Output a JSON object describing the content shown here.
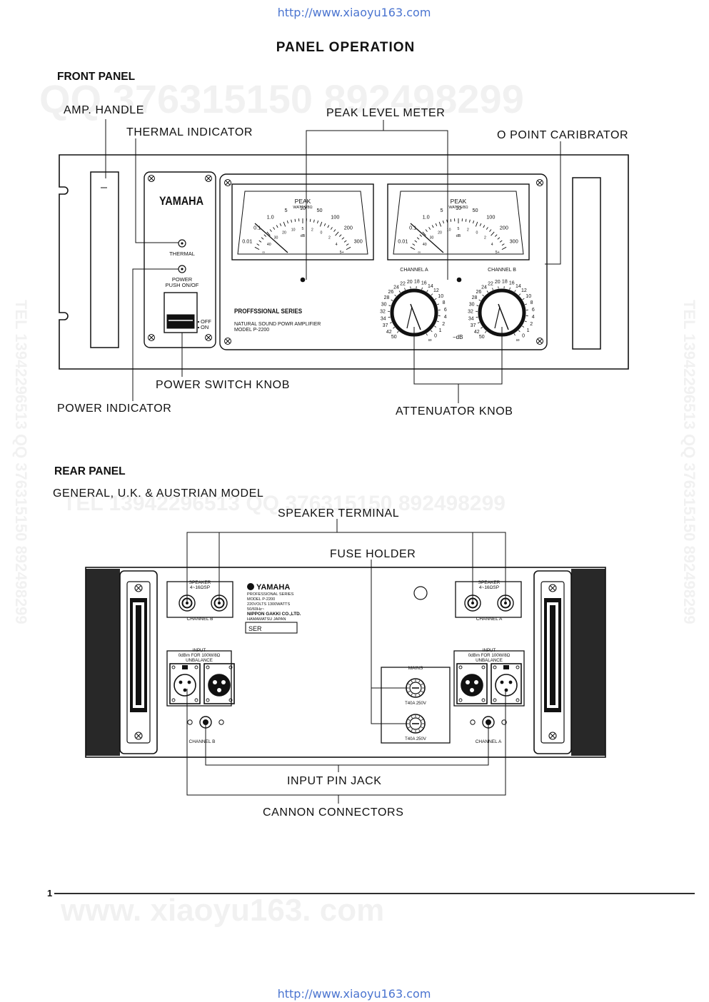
{
  "header_url": "http://www.xiaoyu163.com",
  "footer_url": "http://www.xiaoyu163.com",
  "page_title": "PANEL OPERATION",
  "page_number": "1",
  "watermarks": {
    "top": "QQ 376315150  892498299",
    "mid": "TEL 13942296513    QQ 376315150  892498299",
    "left": "TEL 13942296513  QQ 376315150  892498299",
    "right": "TEL 13942296513  QQ 376315150  892498299",
    "bottom": "www. xiaoyu163. com"
  },
  "front": {
    "heading": "FRONT PANEL",
    "callouts": {
      "amp_handle": "AMP. HANDLE",
      "thermal_indicator": "THERMAL INDICATOR",
      "peak_level_meter": "PEAK LEVEL METER",
      "o_point": "O POINT CARIBRATOR",
      "power_switch_knob": "POWER SWITCH KNOB",
      "power_indicator": "POWER INDICATOR",
      "attenuator_knob": "ATTENUATOR KNOB"
    },
    "brand": "YAMAHA",
    "thermal_label": "THERMAL",
    "power_label": "POWER",
    "push_label": "PUSH ON/OF",
    "off_label": "OFF",
    "on_label": "ON",
    "series": "PROFFSSIONAL SERIES",
    "line1": "NATURAL SOUND POWR AMPLIFIER",
    "model": "MODEL P-2200",
    "meter": {
      "peak": "PEAK",
      "watts": "WATTS/8Ω",
      "watt_scale": [
        "0.01",
        "0.1",
        "1.0",
        "5",
        "10",
        "50",
        "100",
        "200",
        "300"
      ],
      "db_scale": [
        "∞",
        "40",
        "30",
        "20",
        "10",
        "5",
        "2",
        "0",
        "2",
        "4",
        "5+"
      ],
      "db": "dB"
    },
    "channel_a": "CHANNEL A",
    "channel_b": "CHANNEL B",
    "knob_scale": [
      "50",
      "42",
      "37",
      "34",
      "32",
      "30",
      "28",
      "26",
      "24",
      "22",
      "20",
      "18",
      "16",
      "14",
      "12",
      "10",
      "8",
      "6",
      "4",
      "2",
      "1",
      "0",
      "∞"
    ],
    "minus_db": "−dB"
  },
  "rear": {
    "heading": "REAR PANEL",
    "subheading": "GENERAL, U.K. & AUSTRIAN MODEL",
    "callouts": {
      "speaker_terminal": "SPEAKER TERMINAL",
      "fuse_holder": "FUSE HOLDER",
      "input_pin_jack": "INPUT PIN JACK",
      "cannon_connectors": "CANNON CONNECTORS"
    },
    "speaker": "SPEAKER",
    "speaker_ohm": "4~16ΩSP",
    "channel_a": "CHANNEL A",
    "channel_b": "CHANNEL B",
    "input": "INPUT",
    "input_spec": "0dBm FOR 100W/8Ω",
    "unbalance": "UNBALANCE",
    "mains": "MAINS",
    "fuse_rating": "T40A 250V",
    "brand": "YAMAHA",
    "plate": [
      "PROFESSIONAL SERIES",
      "MODEL P-2200",
      "220VOLTS 1300WATTS",
      "50/60Hz~",
      "NIPPON GAKKI CO.,LTD.",
      "HAMAMATSU JAPAN"
    ],
    "ser": "SER"
  }
}
